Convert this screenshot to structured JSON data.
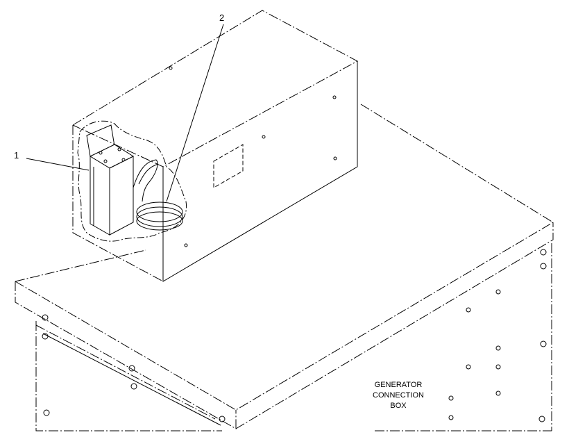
{
  "callouts": [
    {
      "number": "1"
    },
    {
      "number": "2"
    }
  ],
  "box_label": {
    "line1": "GENERATOR",
    "line2": "CONNECTION",
    "line3": "BOX"
  }
}
